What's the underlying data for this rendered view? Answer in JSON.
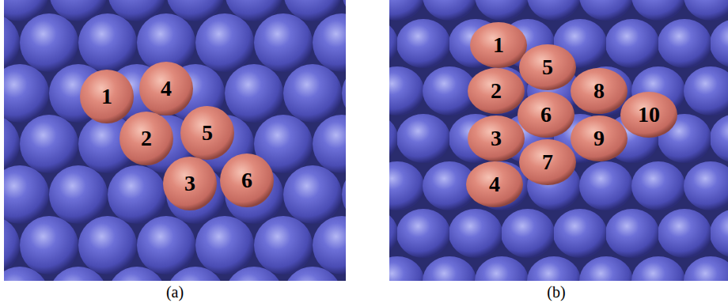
{
  "diagram": {
    "nodes": [
      {
        "text": [
          "1"
        ]
      },
      {
        "text": [
          "4"
        ]
      },
      {
        "text": [
          "2"
        ]
      },
      {
        "text": [
          "5"
        ]
      },
      {
        "text": [
          "3"
        ]
      },
      {
        "text": [
          "6"
        ]
      },
      {
        "text": [
          "1"
        ]
      },
      {
        "text": [
          "5"
        ]
      },
      {
        "text": [
          "2"
        ]
      },
      {
        "text": [
          "8"
        ]
      },
      {
        "text": [
          "6"
        ]
      },
      {
        "text": [
          "10"
        ]
      },
      {
        "text": [
          "3"
        ]
      },
      {
        "text": [
          "9"
        ]
      },
      {
        "text": [
          "7"
        ]
      },
      {
        "text": [
          "4"
        ]
      }
    ],
    "labels": [
      "(a)",
      "(b)"
    ]
  }
}
